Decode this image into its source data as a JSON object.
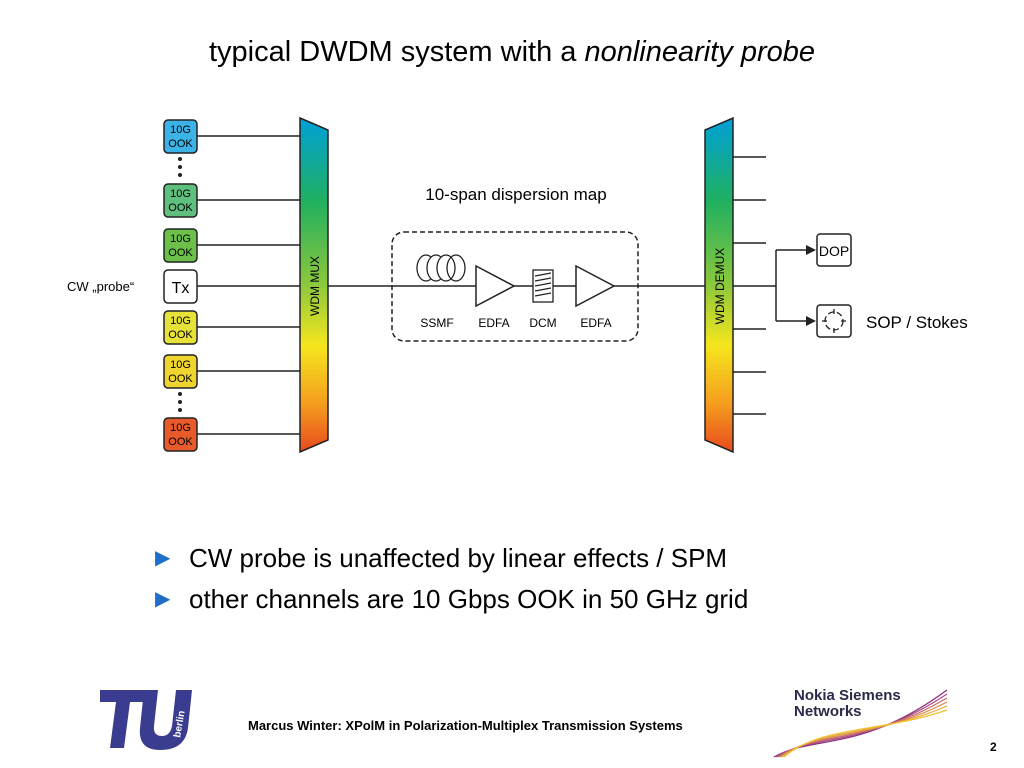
{
  "slide": {
    "title_plain": "typical DWDM system with a ",
    "title_italic": "nonlinearity probe",
    "bullets": [
      "CW probe is unaffected by linear effects / SPM",
      "other channels are 10 Gbps OOK in 50 GHz grid"
    ],
    "footer": "Marcus Winter: XPolM in Polarization-Multiplex Transmission Systems",
    "page_number": "2",
    "logo_right": [
      "Nokia Siemens",
      "Networks"
    ],
    "logo_left_text": "berlin"
  },
  "diagram": {
    "transmitters": [
      {
        "line1": "10G",
        "line2": "OOK",
        "color": "#3bb3e6"
      },
      {
        "line1": "10G",
        "line2": "OOK",
        "color": "#5fbf7f"
      },
      {
        "line1": "10G",
        "line2": "OOK",
        "color": "#6cc04a"
      },
      {
        "line1": "Tx",
        "line2": "",
        "color": "#ffffff"
      },
      {
        "line1": "10G",
        "line2": "OOK",
        "color": "#e6e23a"
      },
      {
        "line1": "10G",
        "line2": "OOK",
        "color": "#f0d52e"
      },
      {
        "line1": "10G",
        "line2": "OOK",
        "color": "#e85a2a"
      }
    ],
    "probe_label": "CW „probe“",
    "mux_label": "WDM MUX",
    "demux_label": "WDM DEMUX",
    "span_title": "10-span dispersion map",
    "components": [
      "SSMF",
      "EDFA",
      "DCM",
      "EDFA"
    ],
    "dop_label": "DOP",
    "sop_label": "SOP / Stokes"
  }
}
